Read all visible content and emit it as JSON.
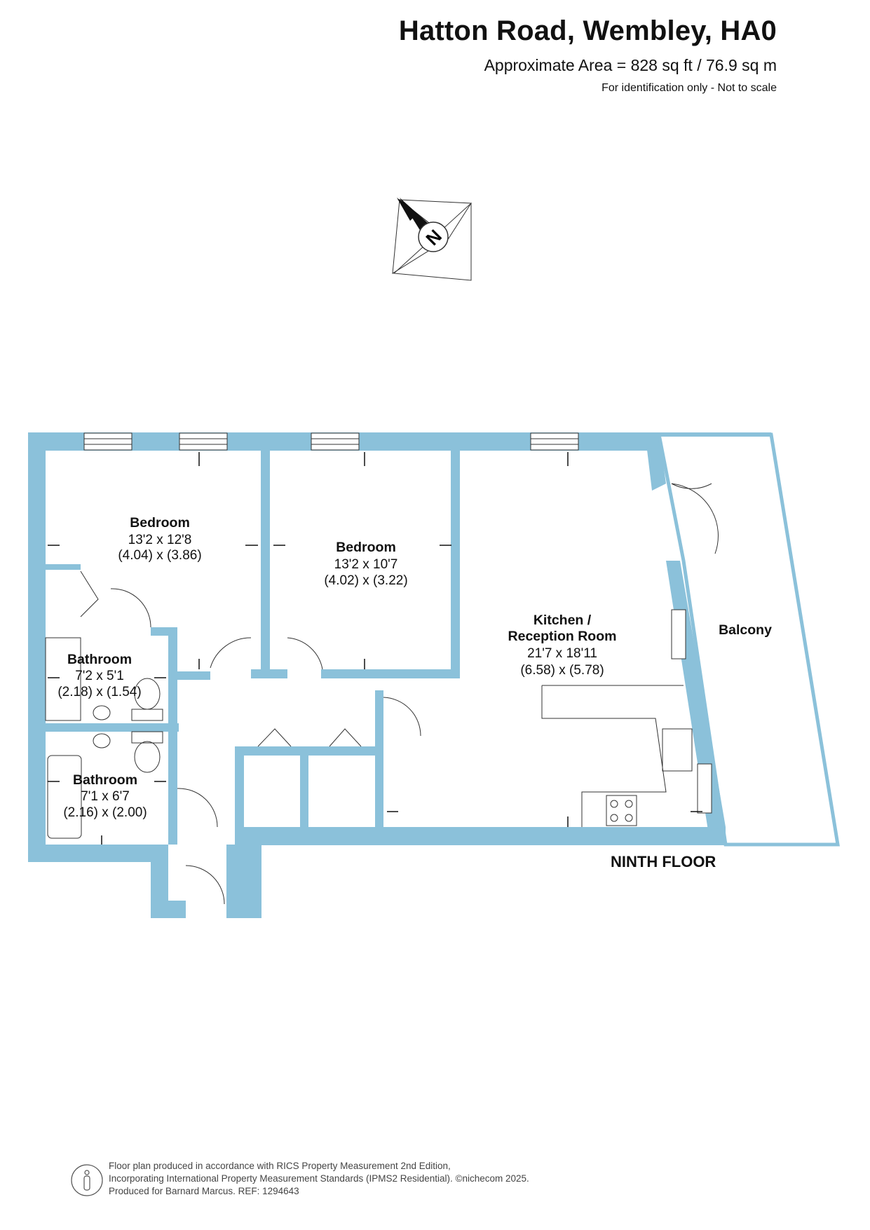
{
  "header": {
    "title": "Hatton Road, Wembley, HA0",
    "area": "Approximate Area = 828 sq ft / 76.9 sq m",
    "note": "For identification only - Not to scale"
  },
  "compass": {
    "letter": "N"
  },
  "rooms": {
    "bedroom1": {
      "name": "Bedroom",
      "imperial": "13'2 x 12'8",
      "metric": "(4.04) x (3.86)"
    },
    "bedroom2": {
      "name": "Bedroom",
      "imperial": "13'2 x 10'7",
      "metric": "(4.02) x (3.22)"
    },
    "kitchen": {
      "name_line1": "Kitchen /",
      "name_line2": "Reception Room",
      "imperial": "21'7 x 18'11",
      "metric": "(6.58) x (5.78)"
    },
    "balcony": {
      "name": "Balcony"
    },
    "bathroom1": {
      "name": "Bathroom",
      "imperial": "7'2 x 5'1",
      "metric": "(2.18) x (1.54)"
    },
    "bathroom2": {
      "name": "Bathroom",
      "imperial": "7'1 x 6'7",
      "metric": "(2.16) x (2.00)"
    }
  },
  "floor_label": "NINTH FLOOR",
  "footer": {
    "line1": "Floor plan produced in accordance with RICS Property Measurement 2nd Edition,",
    "line2": "Incorporating International Property Measurement Standards (IPMS2 Residential).   ©nichecom 2025.",
    "line3": "Produced for Barnard Marcus.   REF:  1294643"
  },
  "colors": {
    "wall": "#8bc1da",
    "line": "#333333",
    "background": "#ffffff"
  }
}
